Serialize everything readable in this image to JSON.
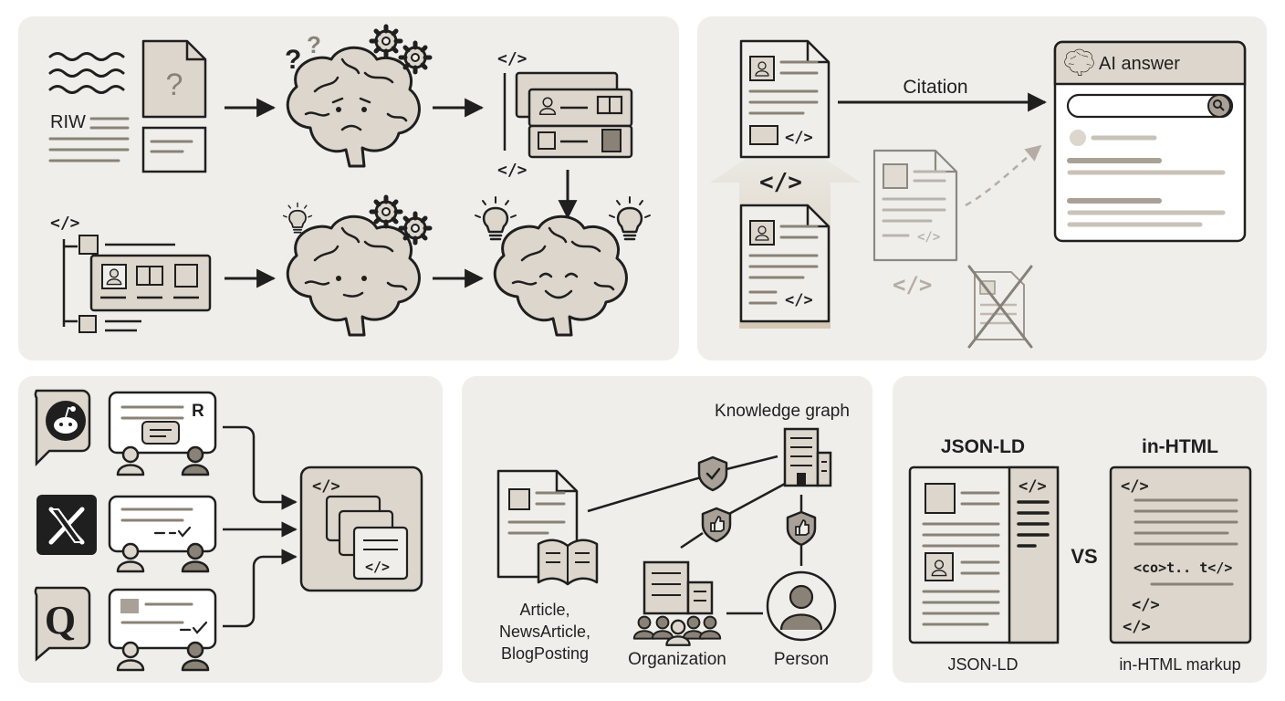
{
  "panel1": {
    "raw_label": "RIW",
    "code_tag": "</>"
  },
  "panel2": {
    "citation_label": "Citation",
    "ai_answer_title": "AI answer",
    "code_tag": "</>"
  },
  "panel3": {
    "reddit_badge": "R",
    "code_tag": "</>"
  },
  "panel4": {
    "knowledge_graph_label": "Knowledge graph",
    "article_types": [
      "Article,",
      "NewsArticle,",
      "BlogPosting"
    ],
    "organization_label": "Organization",
    "person_label": "Person"
  },
  "panel5": {
    "json_ld_heading": "JSON-LD",
    "in_html_heading": "in-HTML",
    "vs_label": "VS",
    "json_ld_caption": "JSON-LD",
    "in_html_caption": "in-HTML markup",
    "code_snippet": "<co>t.. t</>",
    "code_tag": "</>"
  },
  "colors": {
    "panel_bg": "#efeeeb",
    "ink": "#1f1f1f",
    "fill": "#ddd6cc",
    "mid": "#a9a197"
  }
}
